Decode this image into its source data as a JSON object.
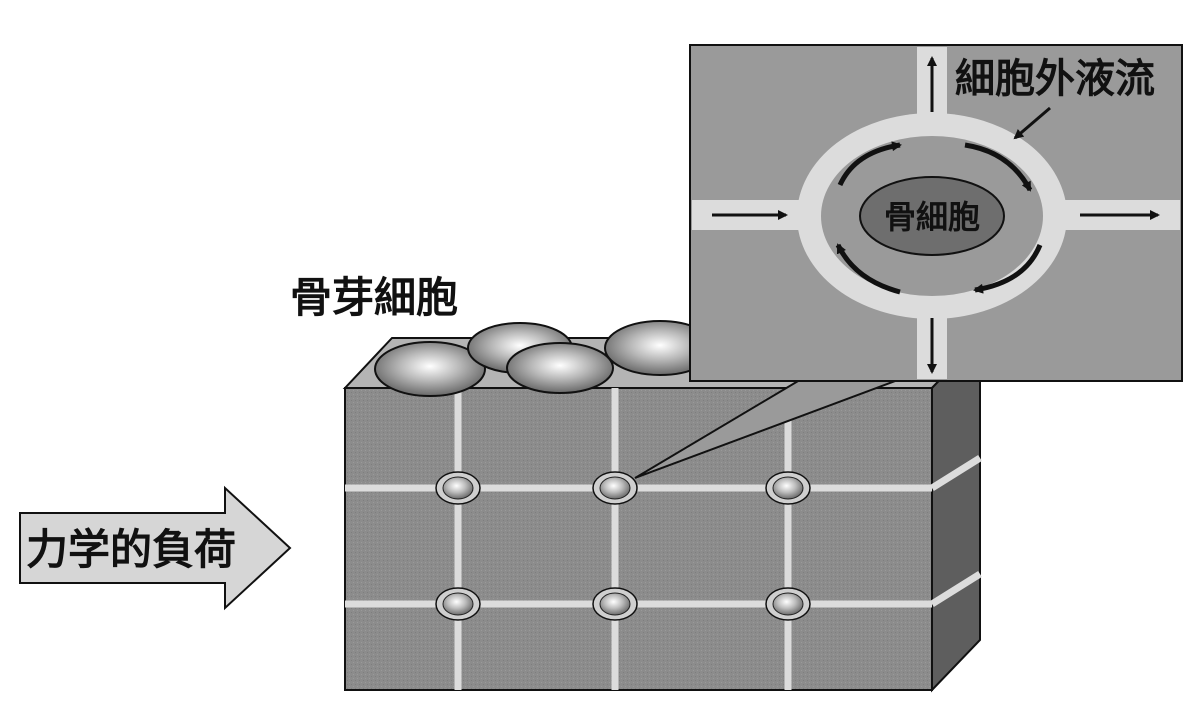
{
  "labels": {
    "osteoblast": "骨芽細胞",
    "extracellular_fluid_flow": "細胞外液流",
    "osteocyte": "骨細胞",
    "mechanical_load": "力学的負荷"
  },
  "colors": {
    "bone_matrix": "#8c8c8c",
    "bone_top": "#b4b4b4",
    "bone_side": "#5e5e5e",
    "canal": "#dcdcdc",
    "zoom_panel": "#9a9a9a",
    "osteocyte_body": "#6e6e6e",
    "arrow_fill": "#d6d6d6",
    "outline": "#111111"
  }
}
